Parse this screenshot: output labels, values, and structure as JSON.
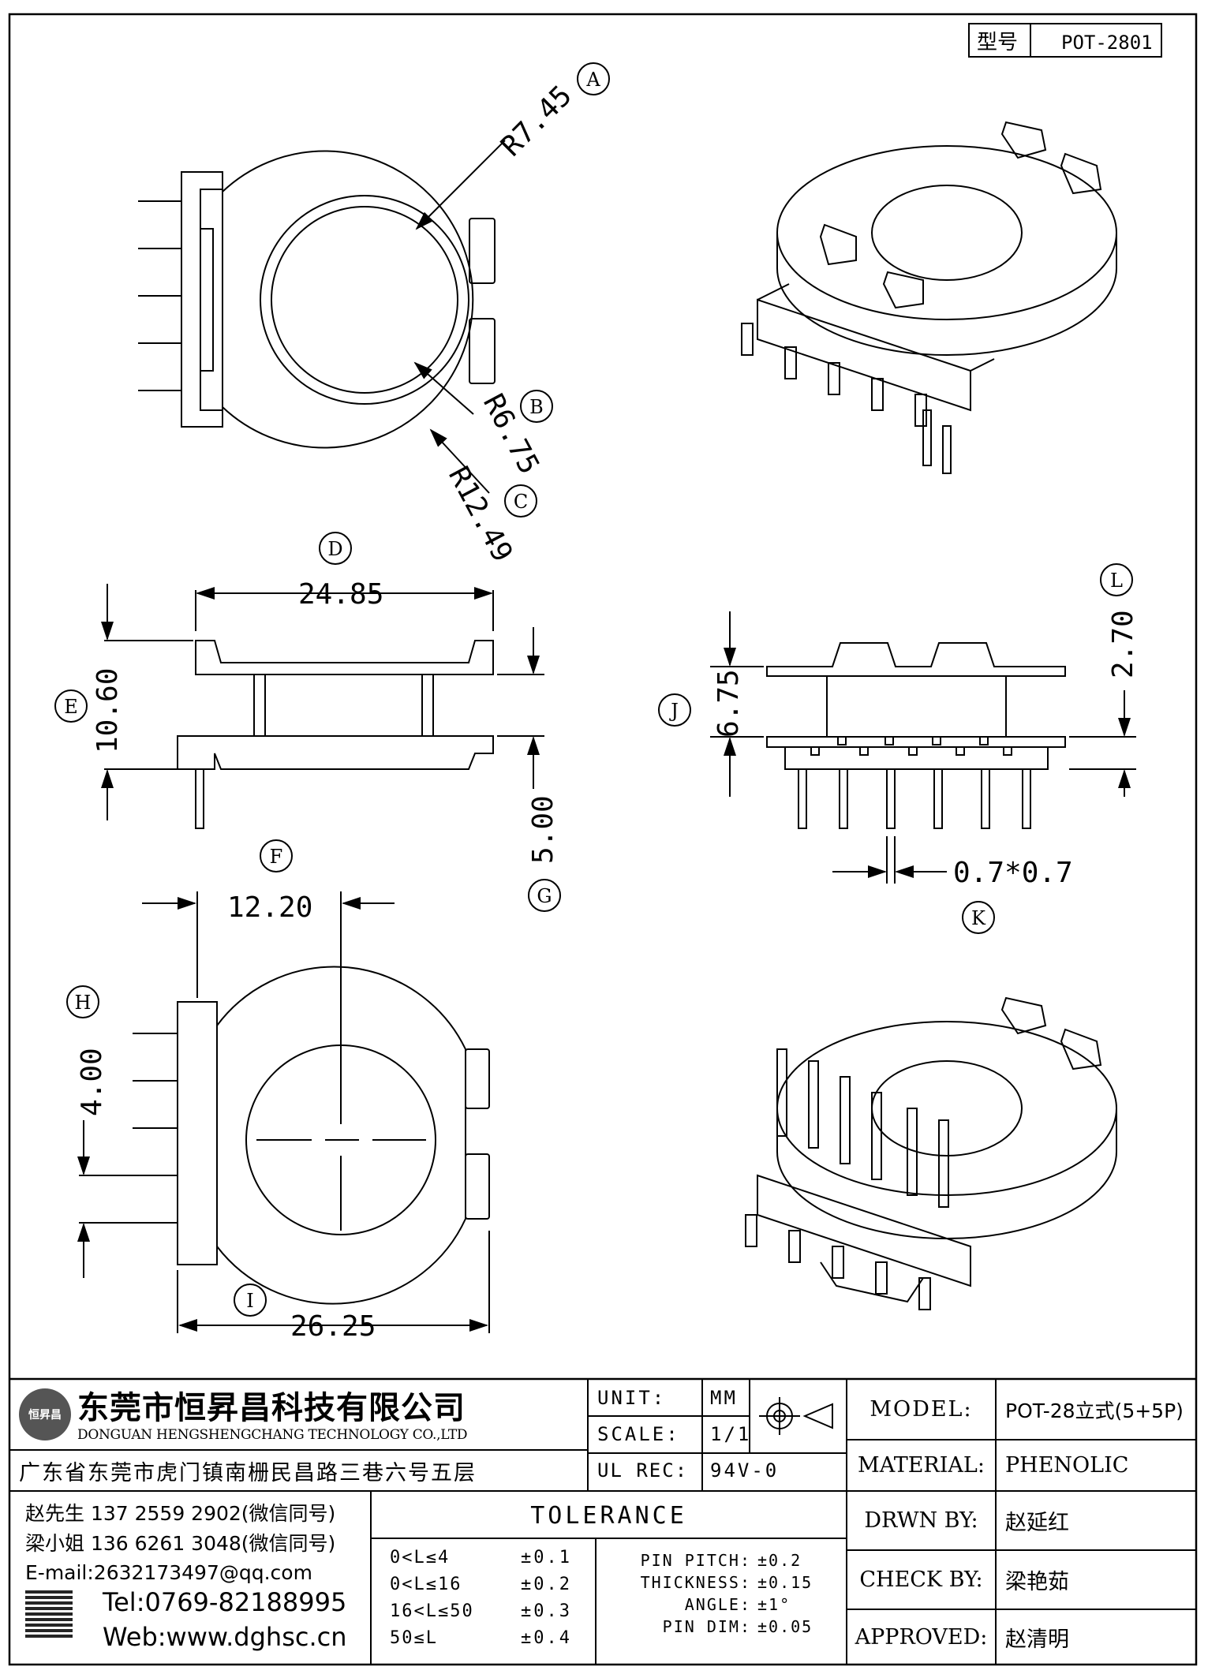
{
  "header": {
    "model_label": "型号",
    "model_value": "POT-2801"
  },
  "dimensions": {
    "A": {
      "marker": "A",
      "value": "R7.45"
    },
    "B": {
      "marker": "B",
      "value": "R6.75"
    },
    "C": {
      "marker": "C",
      "value": "R12.49"
    },
    "D": {
      "marker": "D",
      "value": "24.85"
    },
    "E": {
      "marker": "E",
      "value": "10.60"
    },
    "F": {
      "marker": "F",
      "value": "12.20"
    },
    "G": {
      "marker": "G",
      "value": "5.00"
    },
    "H": {
      "marker": "H",
      "value": "4.00"
    },
    "I": {
      "marker": "I",
      "value": "26.25"
    },
    "J": {
      "marker": "J",
      "value": "6.75"
    },
    "K": {
      "marker": "K",
      "value": "0.7*0.7"
    },
    "L": {
      "marker": "L",
      "value": "2.70"
    }
  },
  "company": {
    "name_cn": "东莞市恒昇昌科技有限公司",
    "name_en": "DONGUAN HENGSHENGCHANG TECHNOLOGY CO.,LTD",
    "address": "广东省东莞市虎门镇南栅民昌路三巷六号五层",
    "logo_text": "恒昇昌",
    "contact1": "赵先生 137 2559 2902(微信同号)",
    "contact2": "梁小姐 136 6261 3048(微信同号)",
    "email": "E-mail:2632173497@qq.com",
    "tel": "Tel:0769-82188995",
    "web": "Web:www.dghsc.cn"
  },
  "spec": {
    "unit_label": "UNIT:",
    "unit_value": "MM",
    "scale_label": "SCALE:",
    "scale_value": "1/1",
    "ulrec_label": "UL REC:",
    "ulrec_value": "94V-0"
  },
  "tolerance": {
    "title": "TOLERANCE",
    "rows": [
      {
        "range": "0<L≤4",
        "value": "±0.1"
      },
      {
        "range": "0<L≤16",
        "value": "±0.2"
      },
      {
        "range": "16<L≤50",
        "value": "±0.3"
      },
      {
        "range": "50≤L",
        "value": "±0.4"
      }
    ],
    "extra": [
      {
        "label": "PIN PITCH:",
        "value": "±0.2"
      },
      {
        "label": "THICKNESS:",
        "value": "±0.15"
      },
      {
        "label": "ANGLE:",
        "value": "±1°"
      },
      {
        "label": "PIN DIM:",
        "value": "±0.05"
      }
    ]
  },
  "info": {
    "model_label": "MODEL:",
    "model_value": "POT-28立式(5+5P)",
    "material_label": "MATERIAL:",
    "material_value": "PHENOLIC",
    "drawn_label": "DRWN BY:",
    "drawn_value": "赵延红",
    "check_label": "CHECK BY:",
    "check_value": "梁艳茹",
    "approved_label": "APPROVED:",
    "approved_value": "赵清明"
  }
}
